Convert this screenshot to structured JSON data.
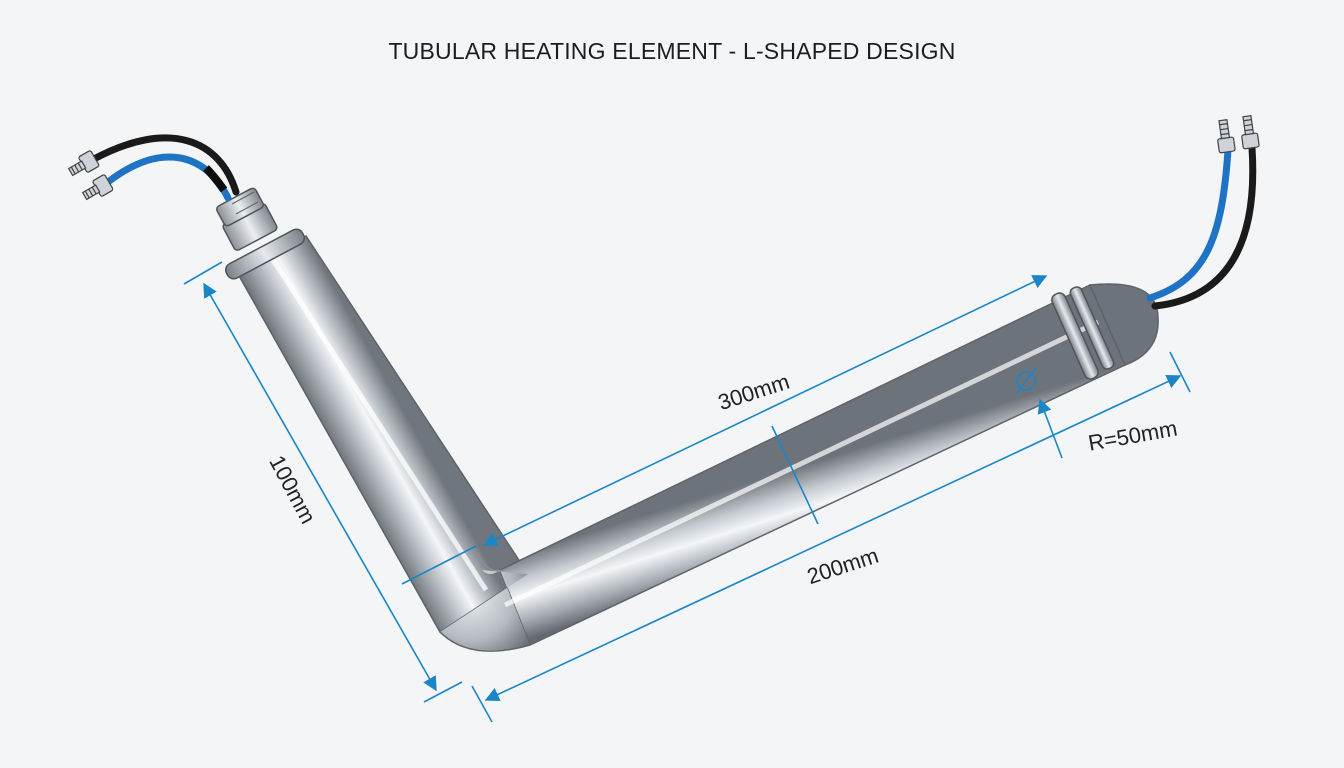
{
  "title": "TUBULAR HEATING ELEMENT - L-SHAPED DESIGN",
  "dimensions": {
    "long_leg": "300mm",
    "short_leg": "100mm",
    "overall": "200mm",
    "radius": "R=50mm",
    "diameter_symbol": "Ø"
  },
  "colors": {
    "dimension_line": "#1a86c8",
    "wire_blue": "#1f73c4",
    "wire_black": "#1a1a1a",
    "tube_mid": "#b9bec3",
    "tube_highlight": "#f2f4f6",
    "tube_shadow": "#6d737a"
  },
  "icons": {
    "terminal": "screw-terminal-icon",
    "nut": "hex-nut-icon"
  }
}
